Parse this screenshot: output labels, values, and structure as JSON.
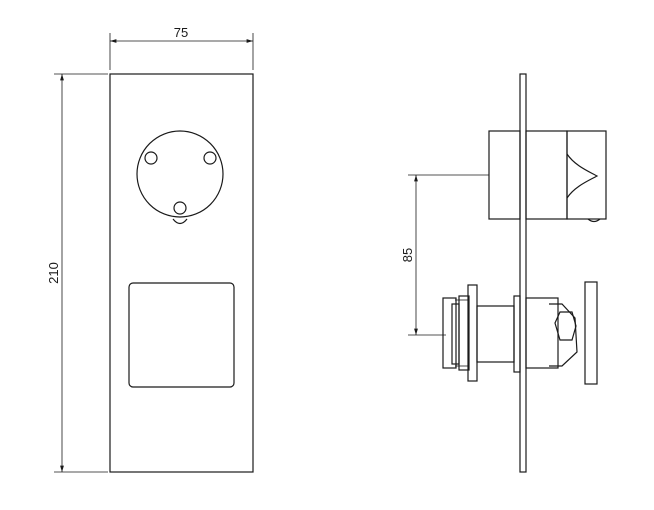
{
  "dimensions": {
    "width": "75",
    "height": "210",
    "offset": "85"
  }
}
